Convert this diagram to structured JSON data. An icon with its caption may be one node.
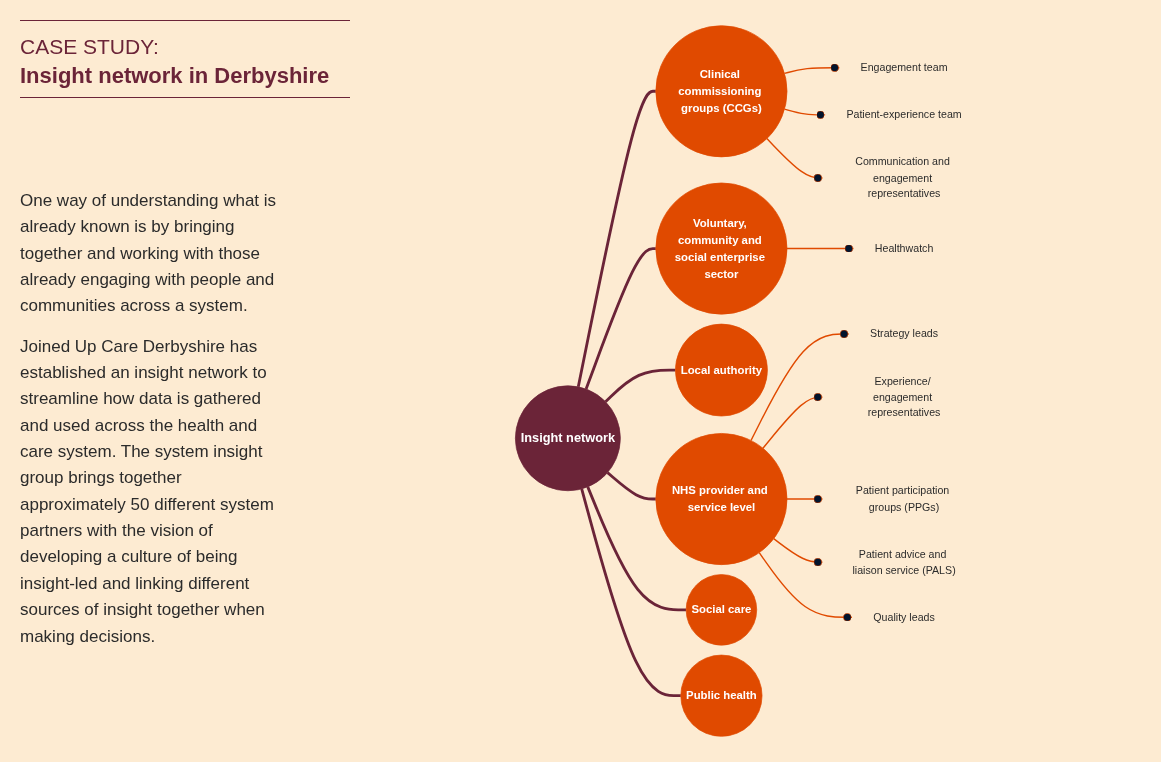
{
  "diagram": {
    "title": "Insight network in Derbyshire",
    "nodes": [
      {
        "text": [
          "Insight network"
        ]
      },
      {
        "text": [
          "Clinical commissioning groups (CCGs)"
        ]
      },
      {
        "text": [
          "Engagement team"
        ]
      },
      {
        "text": [
          "Patient-experience team"
        ]
      },
      {
        "text": [
          "Communication and engagement representatives"
        ]
      },
      {
        "text": [
          "Voluntary, community and social enterprise sector"
        ]
      },
      {
        "text": [
          "Healthwatch"
        ]
      },
      {
        "text": [
          "Local authority"
        ]
      },
      {
        "text": [
          "NHS provider and service level"
        ]
      },
      {
        "text": [
          "Strategy leads"
        ]
      },
      {
        "text": [
          "Experience/ engagement representatives"
        ]
      },
      {
        "text": [
          "Patient participation groups (PPGs)"
        ]
      },
      {
        "text": [
          "Patient advice and liaison service (PALS)"
        ]
      },
      {
        "text": [
          "Quality leads"
        ]
      },
      {
        "text": [
          "Social care"
        ]
      },
      {
        "text": [
          "Public health"
        ]
      }
    ],
    "edges": [
      {
        "from": 0,
        "to": 1,
        "arrow": "none",
        "color": "#6b2438"
      },
      {
        "from": 1,
        "to": 2,
        "arrow": "other"
      },
      {
        "from": 1,
        "to": 3,
        "arrow": "other"
      },
      {
        "from": 1,
        "to": 4,
        "arrow": "other"
      },
      {
        "from": 0,
        "to": 5,
        "arrow": "none",
        "color": "#6b2438"
      },
      {
        "from": 5,
        "to": 6,
        "arrow": "other"
      },
      {
        "from": 0,
        "to": 7,
        "arrow": "none",
        "color": "#6b2438"
      },
      {
        "from": 0,
        "to": 8,
        "arrow": "none",
        "color": "#6b2438"
      },
      {
        "from": 8,
        "to": 9,
        "arrow": "other"
      },
      {
        "from": 8,
        "to": 10,
        "arrow": "other"
      },
      {
        "from": 8,
        "to": 11,
        "arrow": "other"
      },
      {
        "from": 8,
        "to": 12,
        "arrow": "other"
      },
      {
        "from": 8,
        "to": 13,
        "arrow": "other"
      },
      {
        "from": 0,
        "to": 14,
        "arrow": "none",
        "color": "#6b2438"
      },
      {
        "from": 0,
        "to": 15,
        "arrow": "none",
        "color": "#6b2438"
      }
    ],
    "labels": [
      "CASE STUDY:",
      "One way of understanding what is already known is by bringing together and working with those already engaging with people and communities across a system.",
      "Joined Up Care Derbyshire has established an insight network to streamline how data is gathered and used across the health and care system. The system insight group brings together approximately 50 different system partners with the vision of developing a culture of being insight-led and linking different sources of insight together when making decisions."
    ]
  }
}
